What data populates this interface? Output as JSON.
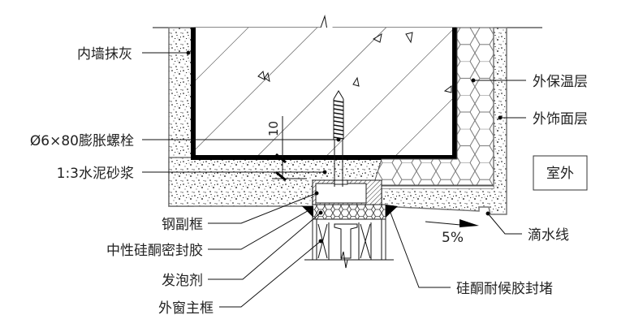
{
  "diagram": {
    "type": "window-sill-section-detail",
    "labels_left": [
      {
        "id": "inner-plaster",
        "text": "内墙抹灰"
      },
      {
        "id": "expansion-bolt",
        "text": "Ø6×80膨胀螺栓"
      },
      {
        "id": "cement-mortar",
        "text": "1:3水泥砂浆"
      },
      {
        "id": "steel-subframe",
        "text": "钢副框"
      },
      {
        "id": "neutral-silicone",
        "text": "中性硅酮密封胶"
      },
      {
        "id": "foam-agent",
        "text": "发泡剂"
      },
      {
        "id": "window-main-frame",
        "text": "外窗主框"
      }
    ],
    "labels_right": [
      {
        "id": "ext-insulation",
        "text": "外保温层"
      },
      {
        "id": "ext-finish",
        "text": "外饰面层"
      },
      {
        "id": "drip-line",
        "text": "滴水线"
      },
      {
        "id": "weather-sealant",
        "text": "硅酮耐候胶封堵"
      }
    ],
    "outdoor_tag": "室外",
    "dimension": "10",
    "slope": "5%",
    "colors": {
      "line": "#111111",
      "fill": "#ffffff",
      "hex": "#666666"
    }
  }
}
